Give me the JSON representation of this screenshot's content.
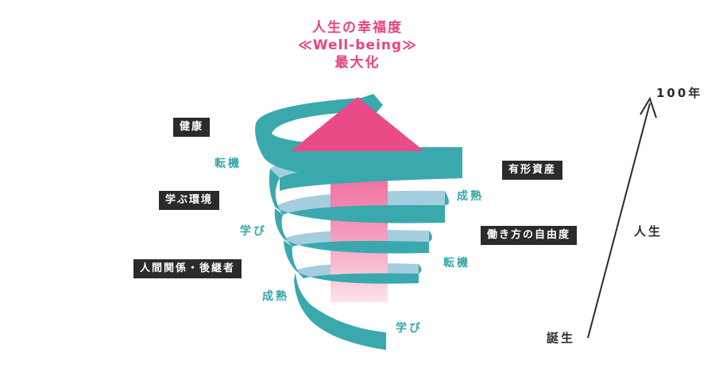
{
  "title": {
    "line1": "人生の幸福度",
    "line2": "≪Well-being≫",
    "line3": "最大化"
  },
  "left_labels": [
    "健康",
    "学ぶ環境",
    "人間関係・後継者"
  ],
  "right_labels": [
    "有形資産",
    "働き方の自由度"
  ],
  "spiral_labels": {
    "left_1": "転機",
    "left_2": "学び",
    "left_3": "成熟",
    "right_1": "成熟",
    "right_2": "転機",
    "right_3": "学び"
  },
  "life_axis": {
    "top": "100年",
    "middle": "人生",
    "bottom": "誕生"
  },
  "colors": {
    "accent_pink": "#e8437f",
    "teal": "#35a6ac",
    "light_blue": "#a5cde0",
    "dark_label": "#2b2b2b"
  }
}
